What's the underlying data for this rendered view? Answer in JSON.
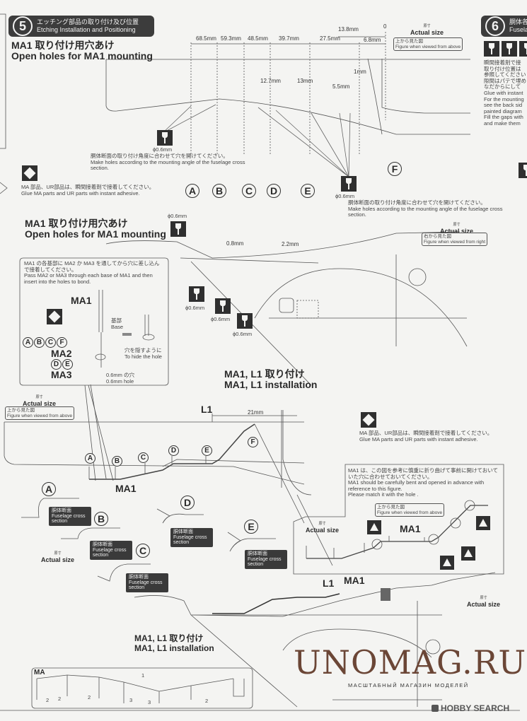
{
  "step5": {
    "number": "5",
    "title_jp": "エッチング部品の取り付け及び位置",
    "title_en": "Etching Installation and Positioning"
  },
  "step6": {
    "number": "6",
    "title_jp": "胴体各部",
    "title_en": "Fuselag",
    "notes": [
      "瞬間接着剤で接",
      "取り付け位置は",
      "参照してください",
      "隙間はパテで埋め",
      "なだからにして",
      "Glue with instant",
      "For the mounting",
      "see the back sid",
      "painted diagram",
      "Fill the gaps with",
      "and make them"
    ]
  },
  "top_section": {
    "title_jp": "MA1 取り付け用穴あけ",
    "title_en": "Open holes for MA1 mounting",
    "dimensions": [
      "68.5mm",
      "59.3mm",
      "48.5mm",
      "39.7mm",
      "27.5mm",
      "6.8mm"
    ],
    "dim_total": "13.8mm",
    "zero": "0",
    "heights": [
      "12.7mm",
      "13mm",
      "5.5mm",
      "1mm"
    ],
    "actual_size_jp": "原寸",
    "actual_size": "Actual size",
    "view_jp": "上から見た図",
    "view_en": "Figure when viewed from above",
    "drill_size": "ϕ0.6mm",
    "drill_note_jp": "胴体断面の取り付け角度に合わせて穴を開けてください。",
    "drill_note_en": "Make holes according to the mounting angle of the fuselage cross section.",
    "glue_jp": "MA 部品、UR部品は、瞬間接着剤で接着してください。",
    "glue_en": "Glue MA parts and UR parts with instant adhesive.",
    "markers": [
      "A",
      "B",
      "C",
      "D",
      "E",
      "F"
    ]
  },
  "side_section": {
    "title_jp": "MA1 取り付け用穴あけ",
    "title_en": "Open holes for MA1 mounting",
    "drill_size": "ϕ0.6mm",
    "dims": [
      "0.8mm",
      "2.2mm"
    ],
    "actual_size_jp": "原寸",
    "actual_size": "Actual size",
    "view_jp": "右から見た図",
    "view_en": "Figure when viewed from  right"
  },
  "callout": {
    "text_jp": "MA1 の各基部に MA2 か MA3 を通してから穴に差し込んで接着してください。",
    "text_en": "Pass MA2 or MA3 through each base of MA1 and then insert into the holes to bond.",
    "ma1": "MA1",
    "base_jp": "基部",
    "base_en": "Base",
    "group1": [
      "A",
      "B",
      "C",
      "F"
    ],
    "ma2": "MA2",
    "group2": [
      "D",
      "E"
    ],
    "ma3": "MA3",
    "hide_jp": "穴を隠すように",
    "hide_en": "To hide the hole",
    "hole_jp": "0.6mm の穴",
    "hole_en": "0.6mm hole"
  },
  "install": {
    "title_jp": "MA1, L1 取り付け",
    "title_en": "MA1, L1 installation",
    "actual_size_jp": "原寸",
    "actual_size": "Actual size",
    "view_jp": "上から見た図",
    "view_en": "Figure when viewed from above",
    "l1": "L1",
    "dim": "21mm",
    "ma1": "MA1",
    "markers": [
      "A",
      "B",
      "C",
      "D",
      "E",
      "F"
    ],
    "cross_jp": "胴体断面",
    "cross_en": "Fuselage cross section",
    "glue_jp": "MA 部品、UR部品は、瞬間接着剤で接着してください。",
    "glue_en": "Glue MA parts and UR parts with instant adhesive."
  },
  "bend_box": {
    "text_jp": "MA1 は、この図を参考に慎重に折り曲げて事前に開けておいていた穴に合わせておいてください。",
    "text_en1": "MA1 should be carefully bent and opened in advance with reference to this figure.",
    "text_en2": "Please match it with the hole .",
    "view_jp": "上から見た図",
    "view_en": "Figure when viewed from above",
    "actual_size_jp": "原寸",
    "actual_size": "Actual size",
    "ma1": "MA1"
  },
  "bottom": {
    "l1": "L1",
    "ma1": "MA1",
    "actual_size_jp": "原寸",
    "actual_size": "Actual size",
    "title_jp": "MA1, L1 取り付け",
    "title_en": "MA1, L1 installation"
  },
  "parts": {
    "label": "MA",
    "numbers": [
      "1",
      "2",
      "2",
      "2",
      "3",
      "3",
      "2"
    ]
  },
  "watermark": {
    "text": "UNOMAG.RU",
    "sub": "МАСШТАБНЫЙ МАГАЗИН МОДЕЛЕЙ",
    "color": "#6b4636"
  },
  "footer": {
    "brand": "HOBBY SEARCH"
  }
}
